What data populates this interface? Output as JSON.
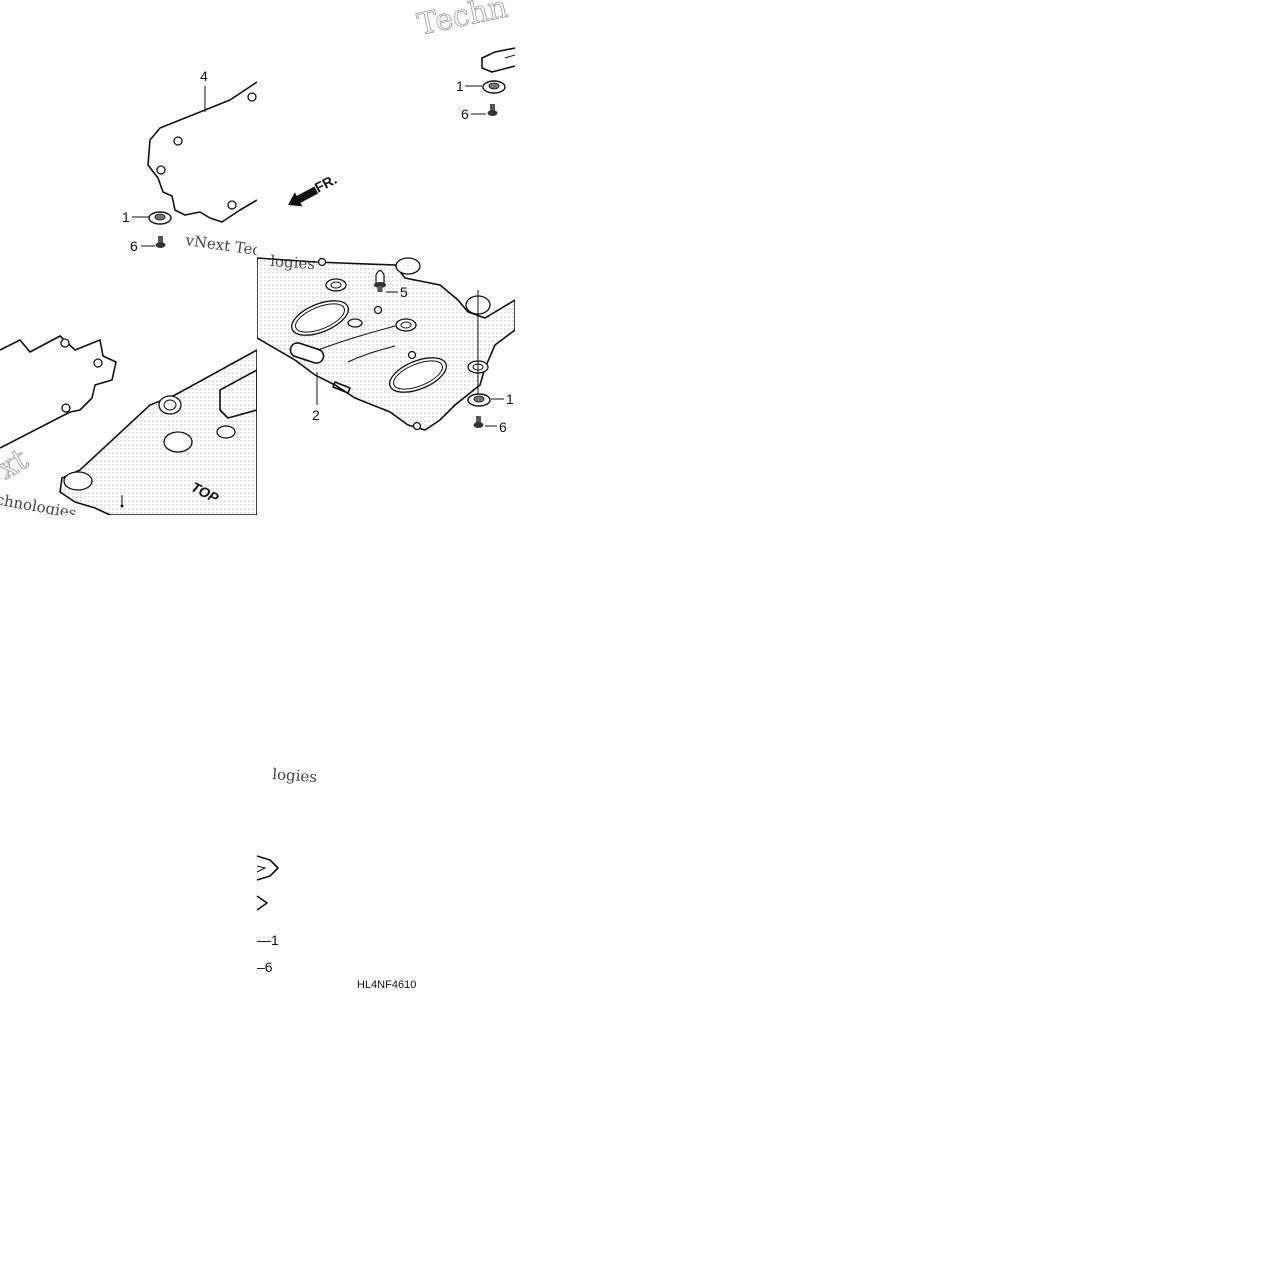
{
  "diagram": {
    "callouts": {
      "tl_4": "4",
      "tl_1": "1",
      "tl_6": "6",
      "tr_1": "1",
      "tr_6": "6",
      "c_5": "5",
      "c_2": "2",
      "c_1": "1",
      "c_6": "6",
      "lower_1": "—1",
      "lower_6": "–6"
    },
    "direction_label": "FR.",
    "orientation_label": "TOP",
    "drawing_code": "HL4NF4610",
    "watermark": {
      "brand_a": "vNext Tec",
      "brand_b": "Techn",
      "brand_c": "logies",
      "brand_d": "chnologies",
      "brand_e": "xt",
      "brand_f": "logies"
    }
  }
}
